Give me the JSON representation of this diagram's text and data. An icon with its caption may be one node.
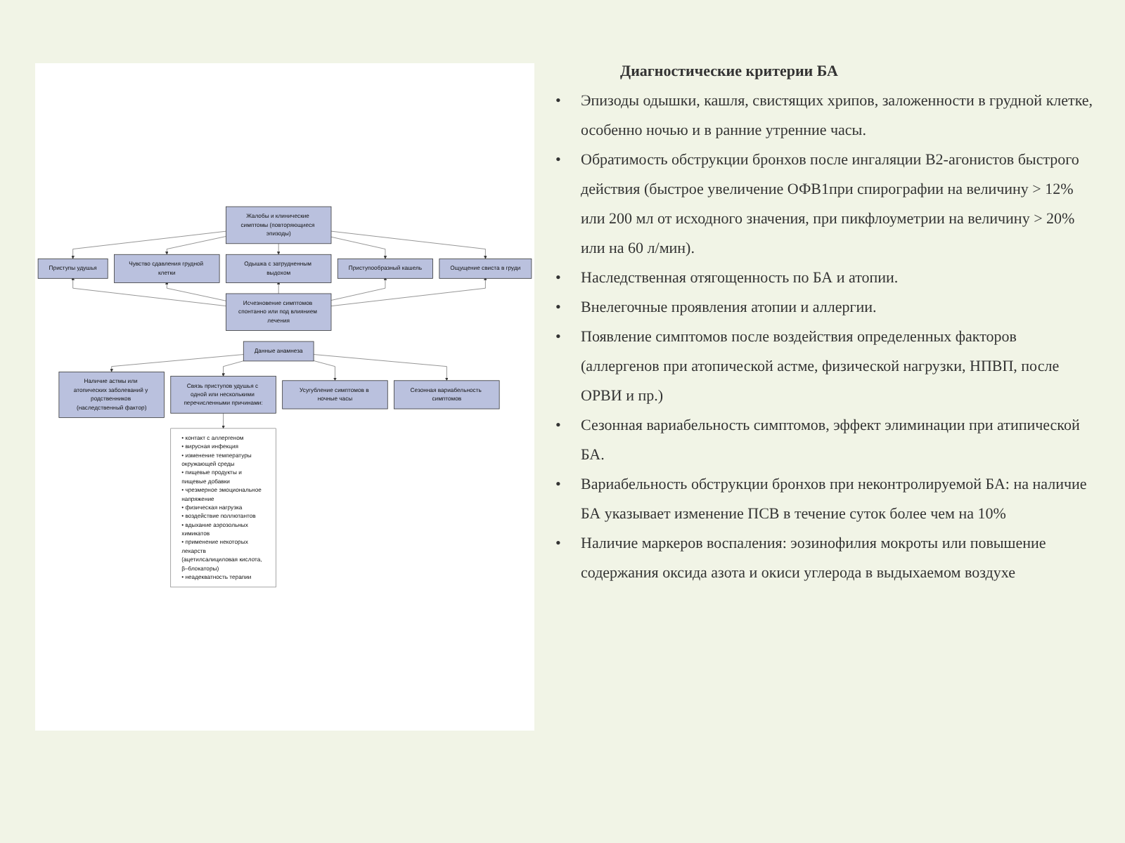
{
  "diagram": {
    "title": "Диагностические критерии БА",
    "nodes": [
      {
        "text": [
          "Жалобы и клинические симптомы (повторяющиеся эпизоды)"
        ]
      },
      {
        "text": [
          "Приступы удушья"
        ]
      },
      {
        "text": [
          "Чувство сдавления грудной клетки"
        ]
      },
      {
        "text": [
          "Одышка с затрудненным выдохом"
        ]
      },
      {
        "text": [
          "Приступообразный кашель"
        ]
      },
      {
        "text": [
          "Ощущение свиста в груди"
        ]
      },
      {
        "text": [
          "Исчезновение симптомов спонтанно или под влиянием лечения"
        ]
      },
      {
        "text": [
          "Данные анамнеза"
        ]
      },
      {
        "text": [
          "Наличие астмы или атопических заболеваний у родственников (наследственный фактор)"
        ]
      },
      {
        "text": [
          "Связь приступов удушья с одной или несколькими перечисленными причинами:"
        ]
      },
      {
        "text": [
          "Усугубление симптомов в ночные часы"
        ]
      },
      {
        "text": [
          "Сезонная вариабельность симптомов"
        ]
      },
      {
        "text": [
          "• контакт с аллергеном",
          "• вирусная инфекция",
          "• изменение температуры окружающей среды",
          "• пищевые продукты и пищевые добавки",
          "• чрезмерное эмоциональное напряжение",
          "• физическая нагрузка",
          "• воздействие поллютантов",
          "• вдыхание аэрозольных химикатов",
          "• применение некоторых лекарств (ацетилсалициловая кислота, β–блокаторы)",
          "• неадекватность терапии"
        ]
      }
    ],
    "edges": [
      {
        "from": 0,
        "to": 1,
        "arrow": "to"
      },
      {
        "from": 0,
        "to": 2,
        "arrow": "to"
      },
      {
        "from": 0,
        "to": 3,
        "arrow": "to"
      },
      {
        "from": 0,
        "to": 4,
        "arrow": "to"
      },
      {
        "from": 0,
        "to": 5,
        "arrow": "to"
      },
      {
        "from": 6,
        "to": 1,
        "arrow": "to"
      },
      {
        "from": 6,
        "to": 2,
        "arrow": "to"
      },
      {
        "from": 6,
        "to": 3,
        "arrow": "to"
      },
      {
        "from": 6,
        "to": 4,
        "arrow": "to"
      },
      {
        "from": 6,
        "to": 5,
        "arrow": "to"
      },
      {
        "from": 7,
        "to": 8,
        "arrow": "to"
      },
      {
        "from": 7,
        "to": 9,
        "arrow": "to"
      },
      {
        "from": 7,
        "to": 10,
        "arrow": "to"
      },
      {
        "from": 7,
        "to": 11,
        "arrow": "to"
      },
      {
        "from": 9,
        "to": 12,
        "arrow": "to"
      }
    ],
    "labels": [
      "•",
      "Эпизоды одышки, кашля, свистящих хрипов, заложенности в грудной клетке, особенно ночью и в ранние утренние часы.",
      "•",
      "Обратимость обструкции бронхов после ингаляции В2-агонистов быстрого действия (быстрое увеличение ОФВ1при спирографии на величину  > 12% или 200 мл от исходного значения, при пикфлоуметрии  на величину > 20% или на 60 л/мин).",
      "•",
      "Наследственная отягощенность по БА и атопии.",
      "•",
      "Внелегочные проявления атопии и аллергии.",
      "•",
      "Появление симптомов после воздействия  определенных факторов (аллергенов при атопической астме,  физической нагрузки, НПВП, после ОРВИ и пр.)",
      "•",
      "Сезонная вариабельность симптомов, эффект элиминации при атипической БА.",
      "•",
      "Вариабельность обструкции бронхов при неконтролируемой БА: на наличие БА указывает изменение ПСВ в течение суток более чем на 10%",
      "•",
      "Наличие маркеров воспаления: эозинофилия мокроты или повышение содержания оксида азота и окиси углерода в выдыхаемом воздухе"
    ]
  }
}
